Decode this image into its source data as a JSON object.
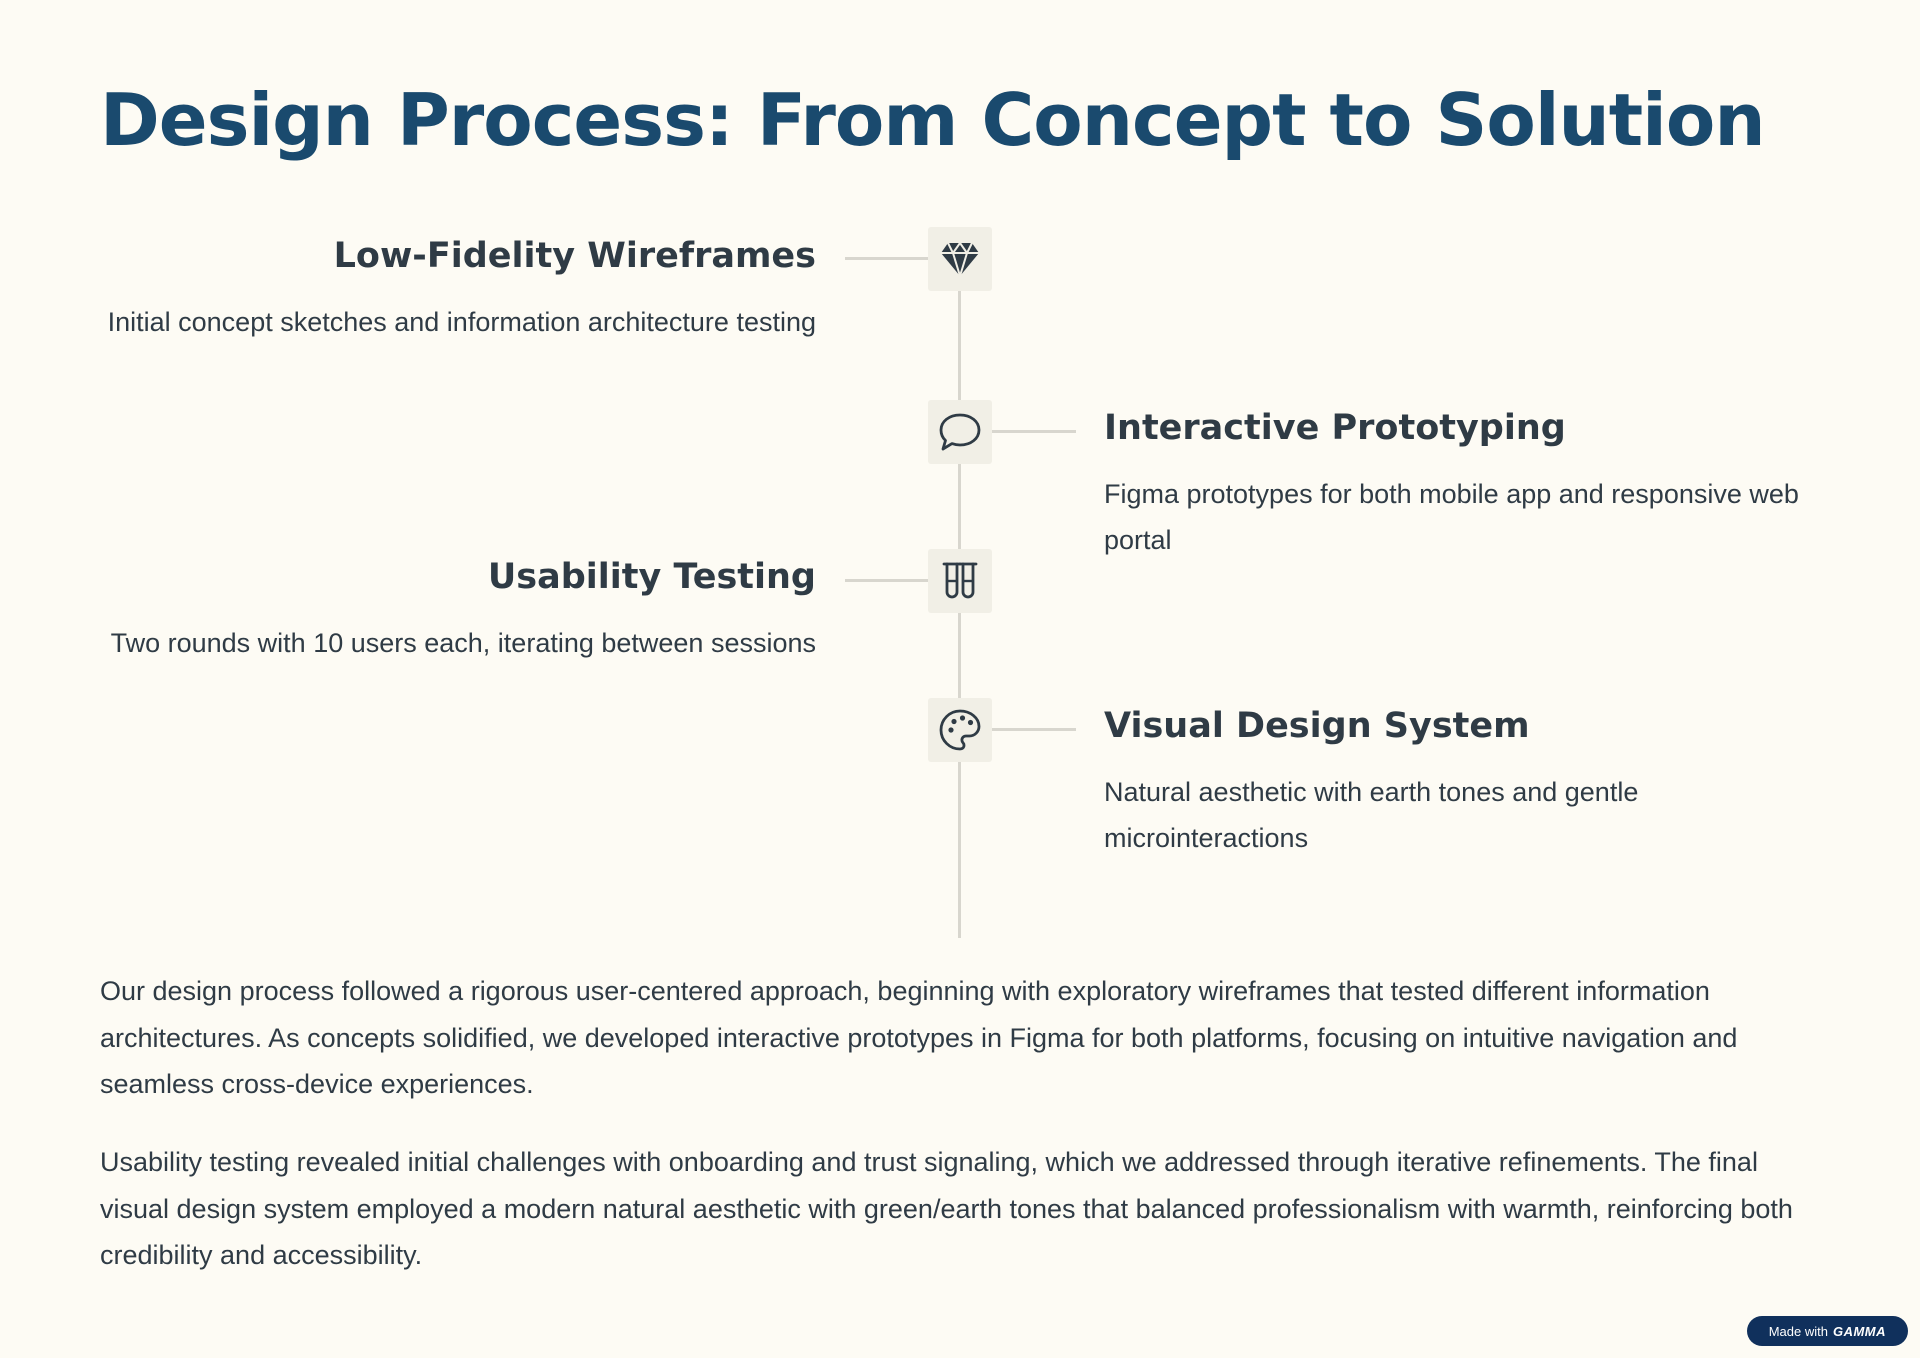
{
  "title": "Design Process: From Concept to Solution",
  "steps": [
    {
      "title": "Low-Fidelity Wireframes",
      "description": "Initial concept sketches and information architecture testing",
      "icon": "diamond-icon"
    },
    {
      "title": "Interactive Prototyping",
      "description": "Figma prototypes for both mobile app and responsive web portal",
      "icon": "speech-bubble-icon"
    },
    {
      "title": "Usability Testing",
      "description": "Two rounds with 10 users each, iterating between sessions",
      "icon": "test-tubes-icon"
    },
    {
      "title": "Visual Design System",
      "description": "Natural aesthetic with earth tones and gentle microinteractions",
      "icon": "palette-icon"
    }
  ],
  "paragraphs": [
    "Our design process followed a rigorous user-centered approach, beginning with exploratory wireframes that tested different information architectures. As concepts solidified, we developed interactive prototypes in Figma for both platforms, focusing on intuitive navigation and seamless cross-device experiences.",
    "Usability testing revealed initial challenges with onboarding and trust signaling, which we addressed through iterative refinements. The final visual design system employed a modern natural aesthetic with green/earth tones that balanced professionalism with warmth, reinforcing both credibility and accessibility."
  ],
  "badge": {
    "prefix": "Made with",
    "brand": "GAMMA"
  },
  "colors": {
    "background": "#fdfbf4",
    "title": "#1a4a6e",
    "text": "#2f3b45",
    "line": "#d8d6ce",
    "icon_box": "#f1efe6",
    "badge": "#10305c"
  }
}
